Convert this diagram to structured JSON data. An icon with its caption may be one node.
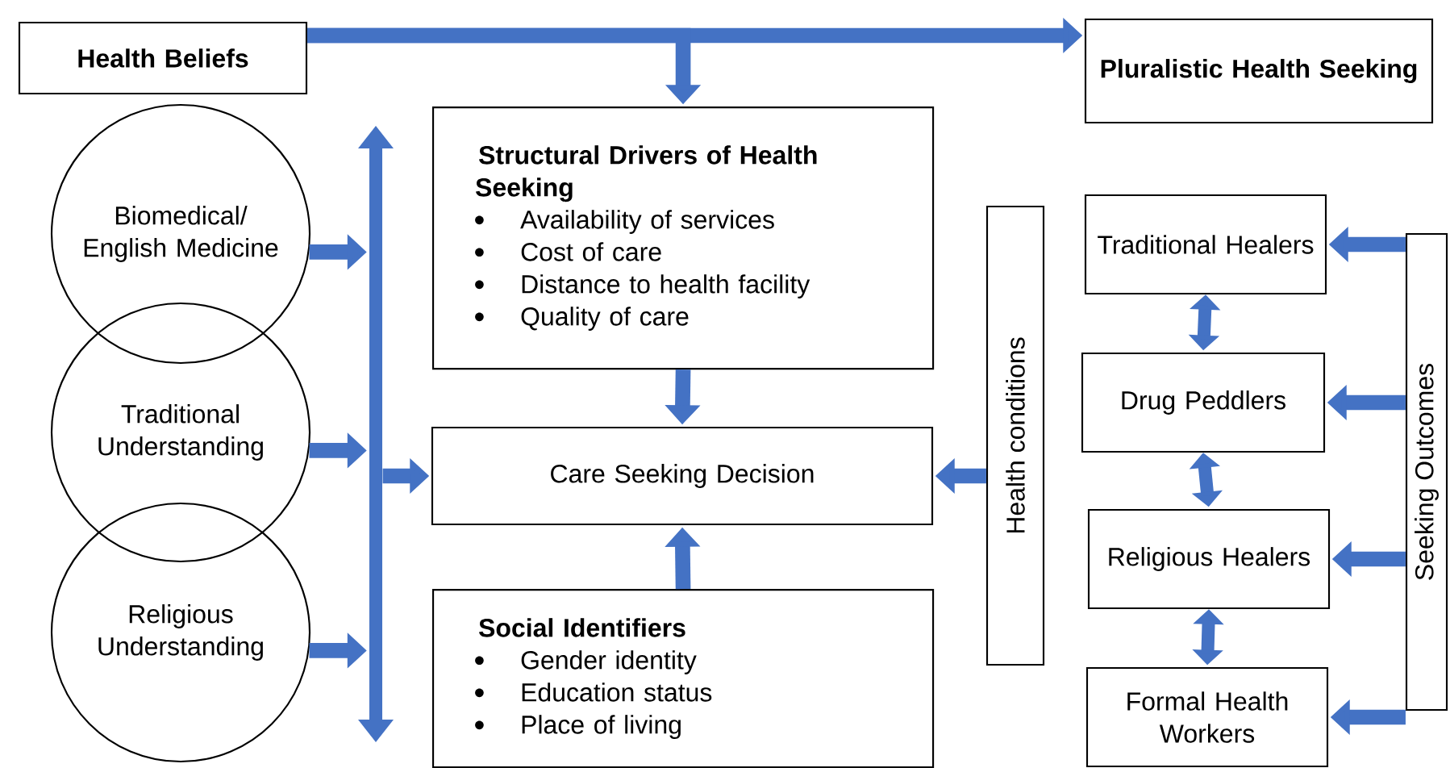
{
  "diagram": {
    "nodes": [
      {
        "text": [
          "Health Beliefs"
        ]
      },
      {
        "text": [
          "Pluralistic Health Seeking"
        ]
      },
      {
        "text": [
          "Biomedical/ English Medicine"
        ]
      },
      {
        "text": [
          "Traditional Understanding"
        ]
      },
      {
        "text": [
          "Religious Understanding"
        ]
      },
      {
        "text": [],
        "shape": "arrow"
      },
      {
        "text": [
          "Structural Drivers of Health Seeking",
          "Availability of services",
          "Cost of care",
          "Distance to health facility",
          "Quality of care"
        ]
      },
      {
        "text": [
          "Care Seeking Decision"
        ]
      },
      {
        "text": [
          "Social Identifiers",
          "Gender identity",
          "Education status",
          "Place of living"
        ]
      },
      {
        "text": [
          "Health conditions"
        ]
      },
      {
        "text": [
          "Traditional Healers"
        ]
      },
      {
        "text": [
          "Drug Peddlers"
        ]
      },
      {
        "text": [
          "Religious Healers"
        ]
      },
      {
        "text": [
          "Formal Health Workers"
        ]
      },
      {
        "text": [
          "Seeking Outcomes"
        ]
      }
    ],
    "edges": [
      {
        "from": 0,
        "to": 1,
        "arrow": "to"
      },
      {
        "from": 0,
        "to": 6,
        "arrow": "to"
      },
      {
        "from": 2,
        "to": 5,
        "arrow": "to"
      },
      {
        "from": 3,
        "to": 5,
        "arrow": "to"
      },
      {
        "from": 4,
        "to": 5,
        "arrow": "to"
      },
      {
        "from": 5,
        "to": 7,
        "arrow": "to"
      },
      {
        "from": 6,
        "to": 7,
        "arrow": "to"
      },
      {
        "from": 8,
        "to": 7,
        "arrow": "to"
      },
      {
        "from": 9,
        "to": 7,
        "arrow": "to"
      },
      {
        "from": 14,
        "to": 10,
        "arrow": "to"
      },
      {
        "from": 14,
        "to": 11,
        "arrow": "to"
      },
      {
        "from": 14,
        "to": 12,
        "arrow": "to"
      },
      {
        "from": 14,
        "to": 13,
        "arrow": "to"
      },
      {
        "from": 10,
        "to": 11,
        "arrow": "both"
      },
      {
        "from": 11,
        "to": 12,
        "arrow": "both"
      },
      {
        "from": 12,
        "to": 13,
        "arrow": "both"
      }
    ]
  }
}
